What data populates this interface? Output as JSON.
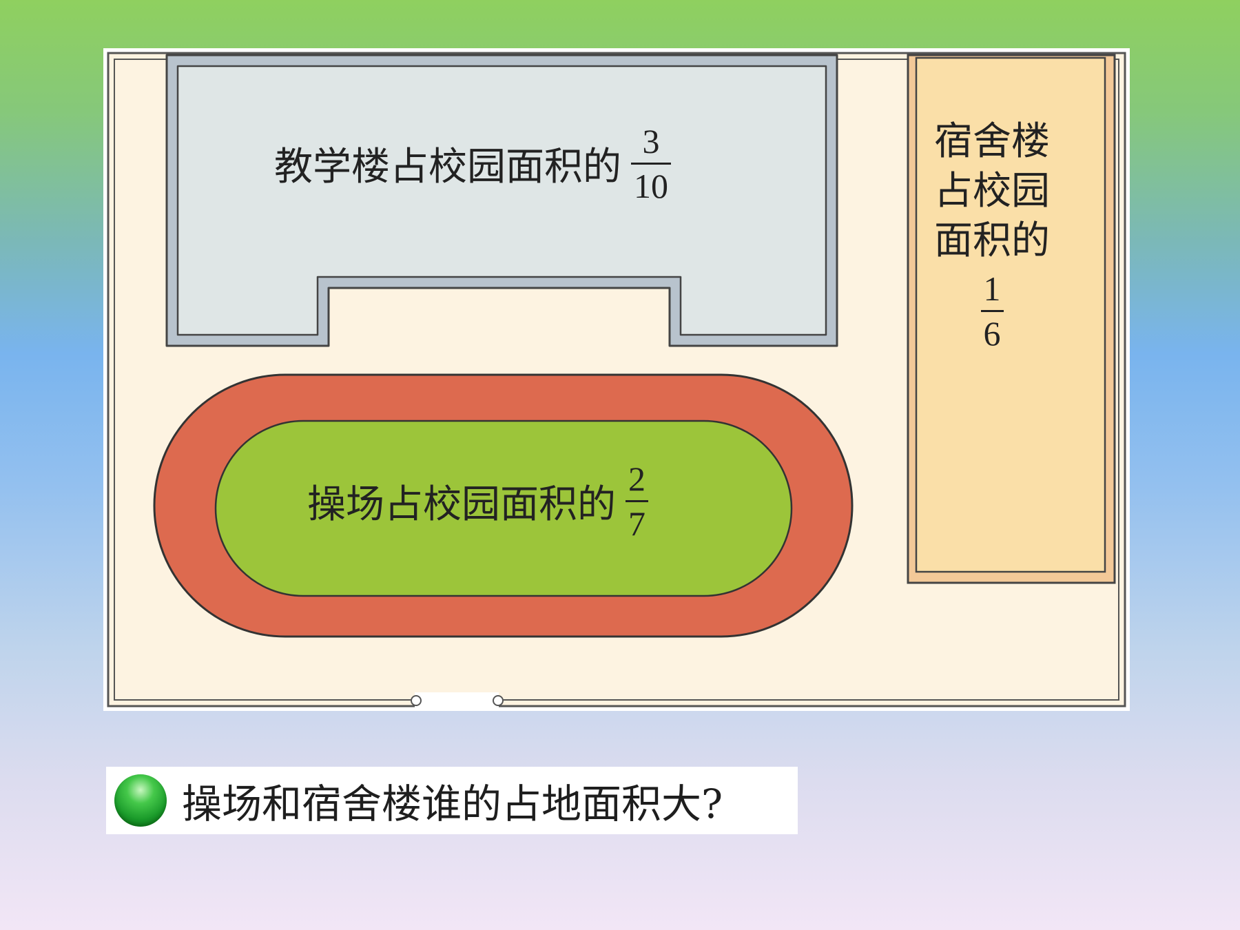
{
  "campus_map": {
    "teaching_building": {
      "text": "教学楼占校园面积的",
      "numerator": "3",
      "denominator": "10"
    },
    "playground": {
      "text": "操场占校园面积的",
      "numerator": "2",
      "denominator": "7"
    },
    "dormitory": {
      "lines": [
        "宿舍楼",
        "占校园",
        "面积的"
      ],
      "numerator": "1",
      "denominator": "6"
    },
    "colors": {
      "ground": "#fdf3e1",
      "building_fill": "#dfe6e6",
      "building_border": "#b5c0cc",
      "track": "#dd6a4f",
      "field": "#9cc53a",
      "dorm": "#fadfa8"
    }
  },
  "question": {
    "bullet_icon": "green-ball-icon",
    "text": "操场和宿舍楼谁的占地面积大?"
  }
}
